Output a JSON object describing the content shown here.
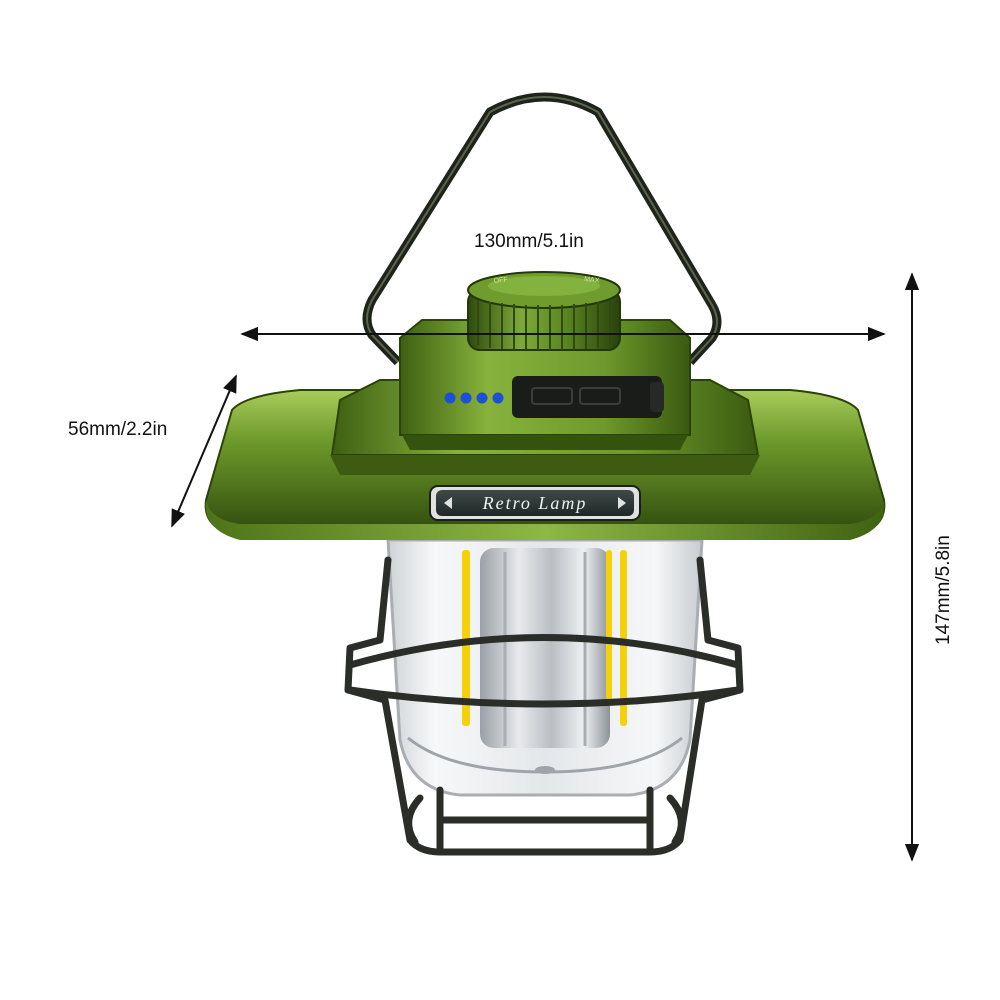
{
  "dimensions": {
    "width": "130mm/5.1in",
    "depth": "56mm/2.2in",
    "height": "147mm/5.8in"
  },
  "product": {
    "badge_text": "Retro Lamp",
    "knob_labels": [
      "OFF",
      "MAX"
    ],
    "battery_indicator_count": 4
  },
  "colors": {
    "body_green": "#4f7a1e",
    "body_dark": "#2f4a10",
    "body_light": "#9cc552",
    "battery_led": "#1e4fd8",
    "filament": "#f4d20a",
    "cage": "#2a2d28",
    "arrow": "#111111"
  }
}
